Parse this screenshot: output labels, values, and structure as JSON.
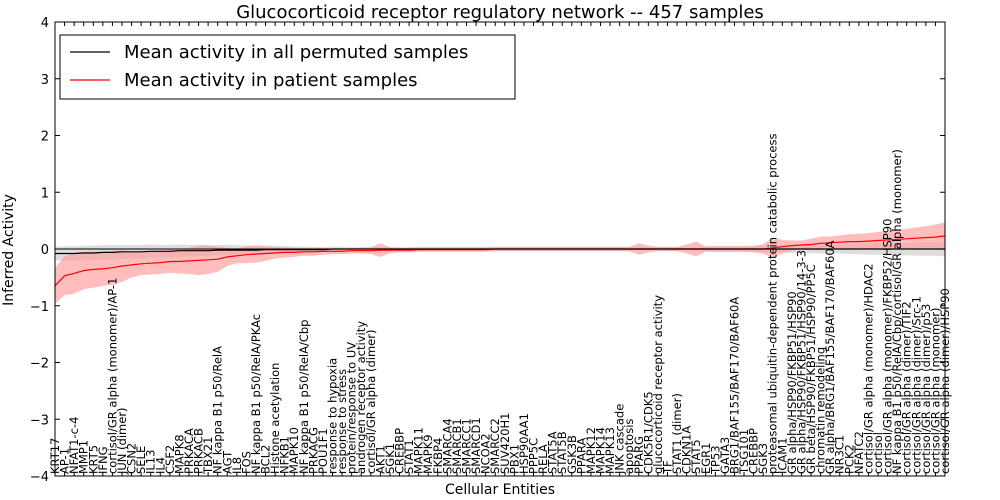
{
  "chart_data": {
    "type": "line",
    "title": "Glucocorticoid receptor regulatory network -- 457 samples",
    "xlabel": "Cellular Entities",
    "ylabel": "Inferred Activity",
    "ylim": [
      -4,
      4
    ],
    "yticks": [
      "4",
      "3",
      "2",
      "1",
      "0",
      "−1",
      "−2",
      "−3",
      "−4"
    ],
    "grid": false,
    "legend_position": "top-left",
    "categories": [
      "KRT17",
      "AP-1",
      "NFAT1-c-4",
      "MMP1",
      "KRT5",
      "IFNG",
      "cortisol/GR alpha (monomer)/AP-1",
      "JUN (dimer)",
      "CSN2",
      "SELE",
      "IL13",
      "IL4",
      "CSF2",
      "MAPK8",
      "PRKACA",
      "PRKACB",
      "TBX21",
      "NF kappa B1 p50/RelA",
      "AGT",
      "IL8",
      "FOS",
      "NF kappa B1 p50/RelA/PKAc",
      "BCL2",
      "Histone acetylation",
      "NFKB1",
      "MAPK10",
      "NF kappa B1 p50/RelA/Cbp",
      "PRKACG",
      "POU1F1",
      "response to hypoxia",
      "response to stress",
      "protein/response to UV",
      "androgen receptor activity",
      "cortisol/GR alpha (dimer)",
      "AKT1",
      "SGK1",
      "CREBBP",
      "STAT1",
      "MAPK11",
      "MAPK9",
      "FKBP4",
      "SMARCA4",
      "SMARCB1",
      "SMARCC1",
      "SMARCD1",
      "NCOA2",
      "SMARCC2",
      "SUV420H1",
      "PBX1",
      "HSP90AA1",
      "PPP5C",
      "RELA",
      "STAT5A",
      "STAT5B",
      "GSK3B",
      "PPARA",
      "MAPK12",
      "MAPK14",
      "MAPK13",
      "JNK cascade",
      "apoptosis",
      "PPARG",
      "CDK5R1/CDK5",
      "glucocorticoid receptor activity",
      "TF",
      "STAT1 (dimer)",
      "CDKN1A",
      "STAT5",
      "EGR1",
      "TP53",
      "GATA3",
      "BRG1/BAF155/BAF170/BAF60A",
      "TSG101",
      "CREBBP",
      "SGK3",
      "proteasomal ubiquitin-dependent protein catabolic process",
      "ICAM1",
      "GR alpha/HSP90/FKBP51/HSP90",
      "GR alpha/HSP90/FKBP51/HSP90/14-3-3",
      "GR beta/HSP90/FKBP51/HSP90/PP5C",
      "chromatin remodeling",
      "GR alpha/BRG1/BAF155/BAF170/BAF60A",
      "NR3C1",
      "PCK2",
      "NFATC2",
      "cortisol/GR alpha (monomer)/HDAC2",
      "cortisol",
      "cortisol/GR alpha (monomer)/FKBP52/HSP90",
      "NF kappa B1 p50/RelA/Cbp/cortisol/GR alpha (monomer)",
      "cortisol/GR alpha (dimer)/TIF2",
      "cortisol/GR alpha (dimer)/Src-1",
      "cortisol/GR alpha (dimer)/p53",
      "cortisol/GR alpha (monomer)",
      "cortisol/GR alpha (dimer)/HSP90"
    ],
    "series": [
      {
        "name": "Mean activity in all permuted samples",
        "color": "#000000",
        "band_color": "#c8c8c8",
        "mean": [
          -0.08,
          -0.08,
          -0.08,
          -0.07,
          -0.07,
          -0.06,
          -0.06,
          -0.05,
          -0.05,
          -0.05,
          -0.04,
          -0.04,
          -0.04,
          -0.03,
          -0.03,
          -0.03,
          -0.03,
          -0.02,
          -0.02,
          -0.02,
          -0.02,
          -0.02,
          -0.01,
          -0.01,
          -0.01,
          -0.01,
          -0.01,
          -0.01,
          -0.01,
          0,
          0,
          0,
          0,
          0,
          0,
          0,
          0,
          0,
          0,
          0,
          0,
          0,
          0,
          0,
          0,
          0,
          0,
          0,
          0,
          0,
          0,
          0,
          0,
          0,
          0,
          0,
          0,
          0,
          0,
          0,
          0,
          0,
          0,
          0,
          0,
          0,
          0,
          0,
          0,
          0,
          0,
          0,
          0,
          0,
          0,
          0,
          0,
          0,
          0,
          0,
          0,
          0,
          0,
          0,
          0,
          0,
          0,
          0,
          0,
          0,
          0,
          0,
          0,
          0,
          0,
          0
        ],
        "spread": [
          0.12,
          0.13,
          0.13,
          0.13,
          0.13,
          0.13,
          0.13,
          0.12,
          0.12,
          0.12,
          0.12,
          0.11,
          0.11,
          0.11,
          0.1,
          0.1,
          0.1,
          0.09,
          0.09,
          0.09,
          0.08,
          0.08,
          0.07,
          0.07,
          0.06,
          0.06,
          0.05,
          0.05,
          0.04,
          0.04,
          0.04,
          0.03,
          0.03,
          0.03,
          0.04,
          0.03,
          0.03,
          0.03,
          0.03,
          0.03,
          0.03,
          0.03,
          0.03,
          0.03,
          0.03,
          0.03,
          0.03,
          0.03,
          0.03,
          0.03,
          0.03,
          0.03,
          0.03,
          0.03,
          0.03,
          0.03,
          0.03,
          0.03,
          0.03,
          0.03,
          0.03,
          0.03,
          0.03,
          0.03,
          0.03,
          0.03,
          0.03,
          0.03,
          0.04,
          0.05,
          0.05,
          0.05,
          0.05,
          0.05,
          0.06,
          0.06,
          0.06,
          0.07,
          0.07,
          0.07,
          0.08,
          0.08,
          0.08,
          0.09,
          0.09,
          0.1,
          0.1,
          0.1,
          0.11,
          0.11,
          0.12,
          0.12,
          0.12,
          0.13,
          0.13,
          0.13
        ]
      },
      {
        "name": "Mean activity in patient samples",
        "color": "#ff0000",
        "band_color": "#ff9999",
        "mean": [
          -0.65,
          -0.47,
          -0.43,
          -0.38,
          -0.36,
          -0.35,
          -0.33,
          -0.3,
          -0.28,
          -0.26,
          -0.25,
          -0.24,
          -0.22,
          -0.22,
          -0.21,
          -0.2,
          -0.19,
          -0.18,
          -0.14,
          -0.12,
          -0.1,
          -0.09,
          -0.08,
          -0.07,
          -0.06,
          -0.06,
          -0.05,
          -0.05,
          -0.04,
          -0.04,
          -0.04,
          -0.03,
          -0.03,
          -0.03,
          -0.02,
          -0.02,
          -0.02,
          -0.02,
          -0.01,
          -0.01,
          -0.01,
          -0.01,
          -0.01,
          -0.01,
          -0.01,
          -0.01,
          0,
          0,
          0,
          0,
          0,
          0,
          0,
          0,
          0,
          0,
          0,
          0,
          0,
          0,
          0,
          0,
          0,
          0,
          0,
          0,
          0,
          0,
          0,
          0,
          0,
          0,
          0,
          0,
          0,
          0.02,
          0.04,
          0.06,
          0.07,
          0.08,
          0.1,
          0.11,
          0.12,
          0.13,
          0.13,
          0.14,
          0.15,
          0.16,
          0.17,
          0.18,
          0.19,
          0.2,
          0.21,
          0.23,
          0.25,
          0.28
        ],
        "spread": [
          0.32,
          0.34,
          0.36,
          0.33,
          0.32,
          0.3,
          0.3,
          0.28,
          0.22,
          0.2,
          0.2,
          0.2,
          0.2,
          0.21,
          0.23,
          0.26,
          0.25,
          0.22,
          0.16,
          0.13,
          0.15,
          0.15,
          0.13,
          0.1,
          0.09,
          0.08,
          0.07,
          0.07,
          0.06,
          0.05,
          0.05,
          0.05,
          0.05,
          0.06,
          0.12,
          0.05,
          0.04,
          0.04,
          0.04,
          0.04,
          0.04,
          0.04,
          0.04,
          0.04,
          0.04,
          0.04,
          0.04,
          0.04,
          0.04,
          0.04,
          0.04,
          0.04,
          0.04,
          0.04,
          0.04,
          0.04,
          0.04,
          0.04,
          0.04,
          0.04,
          0.04,
          0.1,
          0.06,
          0.04,
          0.04,
          0.04,
          0.08,
          0.13,
          0.05,
          0.05,
          0.05,
          0.05,
          0.05,
          0.06,
          0.08,
          0.18,
          0.12,
          0.09,
          0.08,
          0.1,
          0.12,
          0.11,
          0.12,
          0.13,
          0.14,
          0.14,
          0.15,
          0.16,
          0.17,
          0.18,
          0.19,
          0.2,
          0.22,
          0.24,
          0.26,
          0.29
        ]
      }
    ]
  }
}
